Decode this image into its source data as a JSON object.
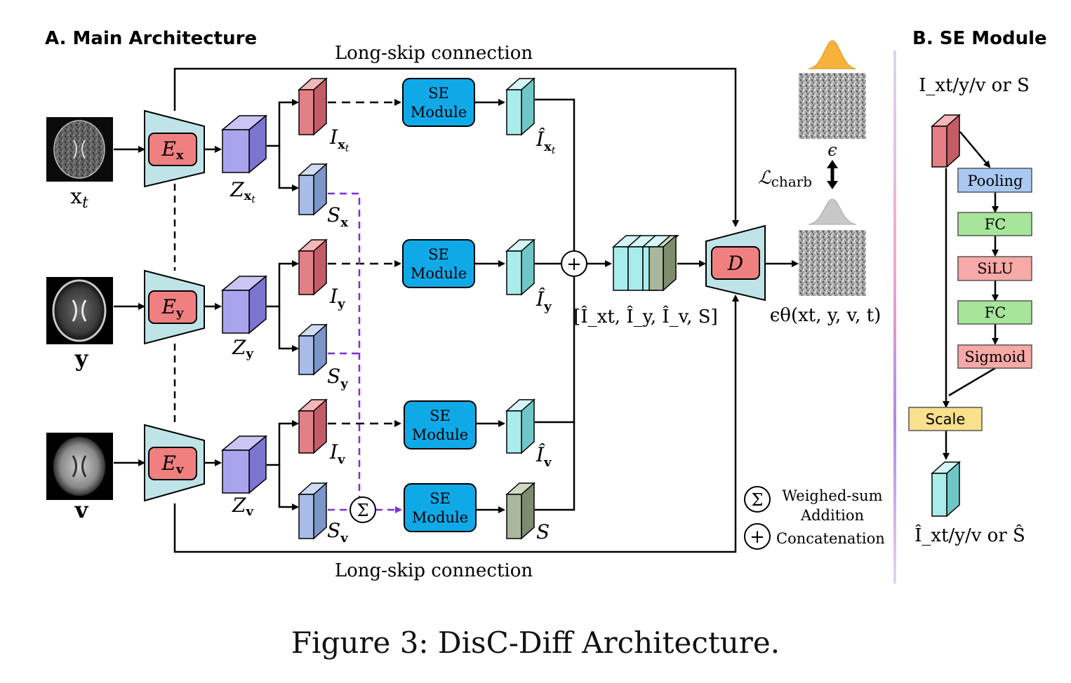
{
  "headings": {
    "main": "A. Main Architecture",
    "se": "B. SE Module"
  },
  "long_skip": {
    "top": "Long-skip connection",
    "bottom": "Long-skip connection"
  },
  "inputs": [
    {
      "label": "x",
      "sub": "t"
    },
    {
      "label": "y",
      "sub": ""
    },
    {
      "label": "v",
      "sub": ""
    }
  ],
  "encoders": [
    {
      "label": "E",
      "sub": "x"
    },
    {
      "label": "E",
      "sub": "y"
    },
    {
      "label": "E",
      "sub": "v"
    }
  ],
  "latents": [
    {
      "label": "Z",
      "sub": "x",
      "subsub": "t"
    },
    {
      "label": "Z",
      "sub": "y",
      "subsub": ""
    },
    {
      "label": "Z",
      "sub": "v",
      "subsub": ""
    }
  ],
  "features": {
    "i_x": {
      "label": "I",
      "sub": "x",
      "subsub": "t"
    },
    "s_x": {
      "label": "S",
      "sub": "x"
    },
    "i_y": {
      "label": "I",
      "sub": "y"
    },
    "s_y": {
      "label": "S",
      "sub": "y"
    },
    "i_v": {
      "label": "I",
      "sub": "v"
    },
    "s_v": {
      "label": "S",
      "sub": "v"
    }
  },
  "se_module": {
    "line1": "SE",
    "line2": "Module"
  },
  "outputs": {
    "ix_hat": {
      "label": "Î",
      "sub": "x",
      "subsub": "t"
    },
    "iy_hat": {
      "label": "Î",
      "sub": "y"
    },
    "iv_hat": {
      "label": "Î",
      "sub": "v"
    },
    "s": "S"
  },
  "concat_label": "[Î_xt, Î_y, Î_v, S]",
  "decoder": "D",
  "noise": {
    "epsilon": "ϵ",
    "loss": "ℒ",
    "loss_sub": "charb",
    "output": "ϵθ(xt, y, v, t)"
  },
  "legend": {
    "sum_symbol": "Σ",
    "sum_line1": "Weighed-sum",
    "sum_line2": "Addition",
    "plus_symbol": "+",
    "concat": "Concatenation"
  },
  "se_detail": {
    "input": "I_xt/y/v or S",
    "blocks": [
      "Pooling",
      "FC",
      "SiLU",
      "FC",
      "Sigmoid"
    ],
    "scale": "Scale",
    "output": "Î_xt/y/v or Ŝ"
  },
  "colors": {
    "trapezoid": "#bfe4e8",
    "encoder_box": "#f08080",
    "latent_cube": "#a9a4ee",
    "i_cube": "#e57f86",
    "s_cube": "#a7bde8",
    "se_box": "#10a9e8",
    "hat_cube": "#a9ecec",
    "s_out_cube": "#a9b79c",
    "pooling": "#a9c9f2",
    "fc": "#a7e59a",
    "silu": "#f6a9a6",
    "sigmoid": "#f6a9a6",
    "scale": "#f9e08c",
    "dashed_purple": "#7a2fd8"
  },
  "caption": "Figure 3: DisC-Diff Architecture."
}
